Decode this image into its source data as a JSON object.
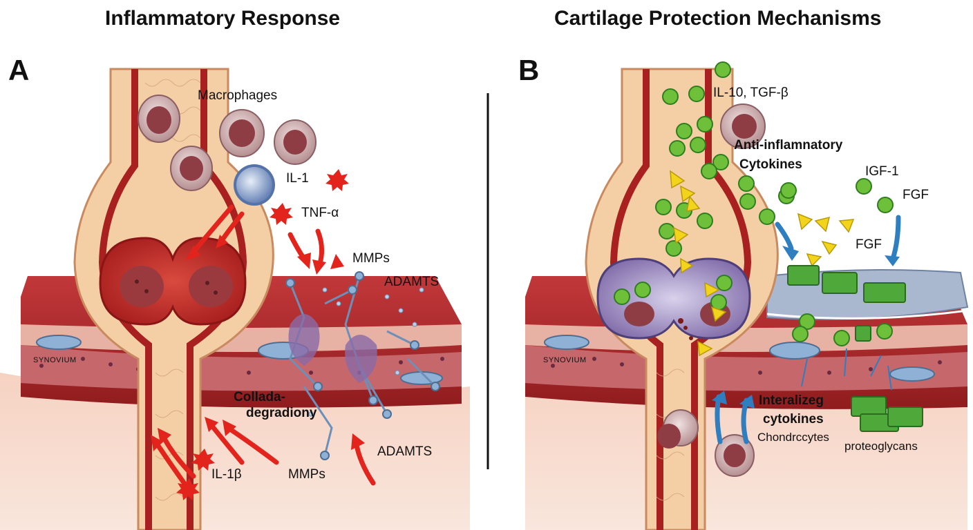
{
  "panel_a": {
    "title": "Inflammatory Response",
    "letter": "A",
    "labels": {
      "macrophages": "Macrophages",
      "il1": "IL-1",
      "tnf": "TNF-α",
      "mmps_top": "MMPs",
      "adamts_top": "ADAMTS",
      "synovium": "SYNOVIUM",
      "collagen_line1": "Collada-",
      "collagen_line2": "degradiony",
      "il1b": "IL-1β",
      "mmps_bottom": "MMPs",
      "adamts_bottom": "ADAMTS"
    }
  },
  "panel_b": {
    "title": "Cartilage Protection Mechanisms",
    "letter": "B",
    "labels": {
      "il10_tgf": "IL-10, TGF-β",
      "anti_line1": "Anti-inflamnatory",
      "anti_line2": "Cytokines",
      "igf1": "IGF-1",
      "fgf_right": "FGF",
      "fgf_mid": "FGF",
      "synovium": "SYNOVIUM",
      "internal_line1": "Interalizeg",
      "internal_line2": "cytokines",
      "chondrocytes": "Chondrccytes",
      "proteoglycans": "proteoglycans"
    }
  },
  "colors": {
    "bone": "#f4cfa6",
    "bone_outline": "#c98a5f",
    "marrow": "#a8201f",
    "muscle": "#b8322f",
    "cell_body": "#c9a3a3",
    "nucleus": "#8e3d45",
    "inflam_arrow": "#e3241d",
    "protect_arrow": "#2f7ec0",
    "green_particle": "#6ebf3a",
    "yellow_particle": "#f2d41c",
    "cartilage_blue": "#a9b8cf",
    "enzyme_blue": "#6d8fb8",
    "proteoglycan_green": "#4fa83a"
  }
}
